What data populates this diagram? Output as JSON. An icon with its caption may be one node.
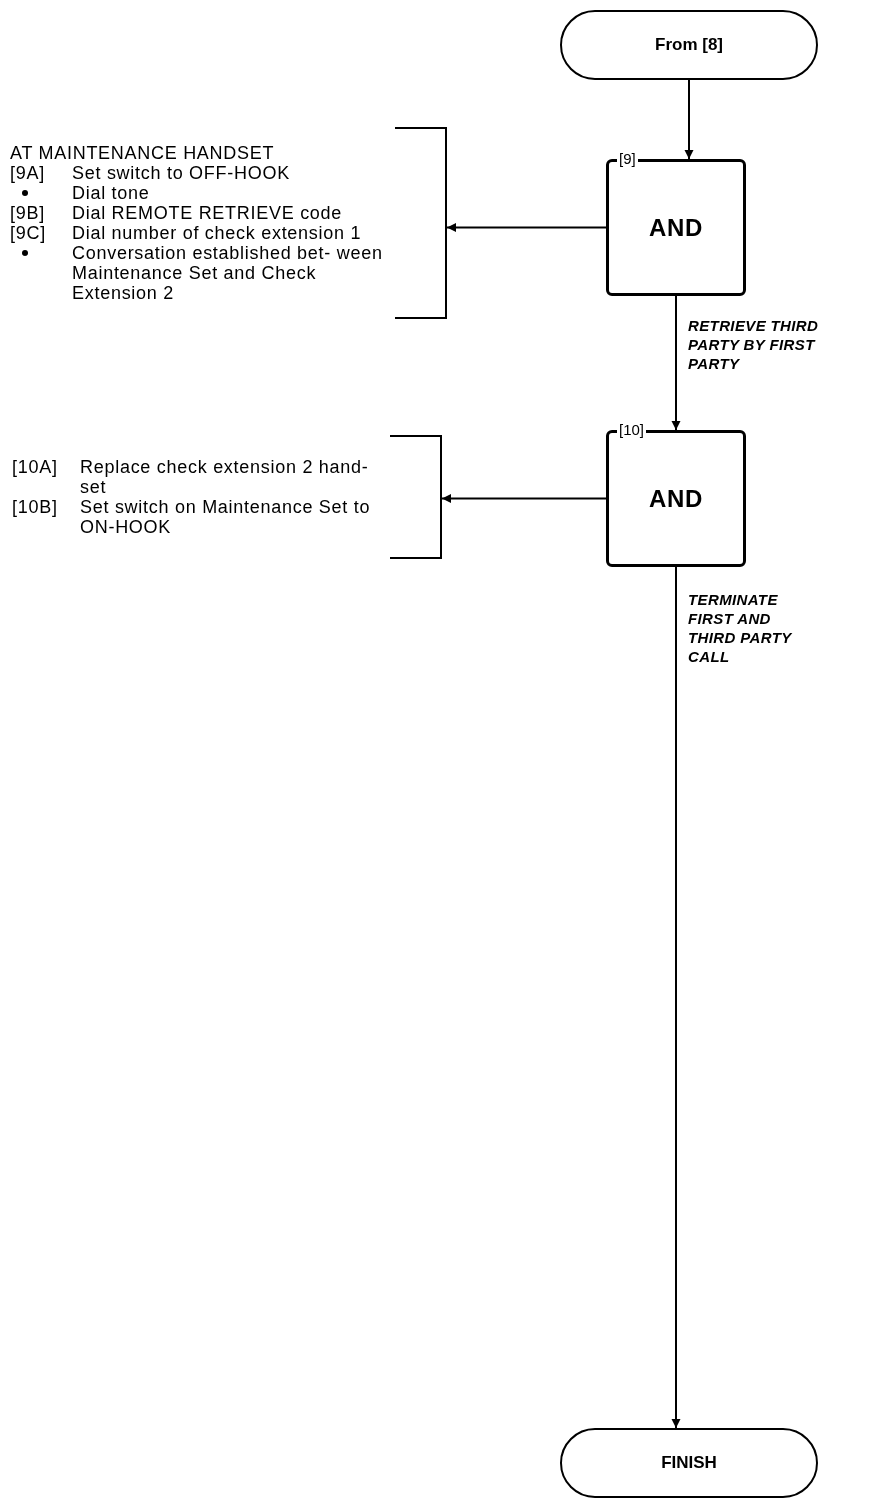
{
  "diagram": {
    "nodes": [
      {
        "text": [
          "From [8]"
        ]
      },
      {
        "text": [
          "[9]",
          "AND"
        ]
      },
      {
        "text": [
          "AT MAINTENANCE HANDSET",
          "[9A]",
          "Set switch to OFF-HOOK",
          "Dial tone",
          "[9B]",
          "Dial REMOTE RETRIEVE code",
          "[9C]",
          "Dial number of check extension 1",
          "Conversation established bet- ween Maintenance Set and Check Extension 2"
        ]
      },
      {
        "text": [
          "[10]",
          "AND"
        ]
      },
      {
        "text": [
          "[10A]",
          "Replace check extension 2 hand- set",
          "[10B]",
          "Set switch on Maintenance Set to ON-HOOK"
        ]
      },
      {
        "text": [
          "FINISH"
        ]
      }
    ],
    "edges": [
      {
        "from": 0,
        "to": 1,
        "arrow": "to"
      },
      {
        "from": 1,
        "to": 2,
        "arrow": "to"
      },
      {
        "from": 1,
        "to": 3,
        "arrow": "to",
        "label": "RETRIEVE THIRD PARTY BY FIRST PARTY"
      },
      {
        "from": 3,
        "to": 4,
        "arrow": "to"
      },
      {
        "from": 3,
        "to": 5,
        "arrow": "to",
        "label": "TERMINATE FIRST AND THIRD PARTY CALL"
      }
    ]
  }
}
